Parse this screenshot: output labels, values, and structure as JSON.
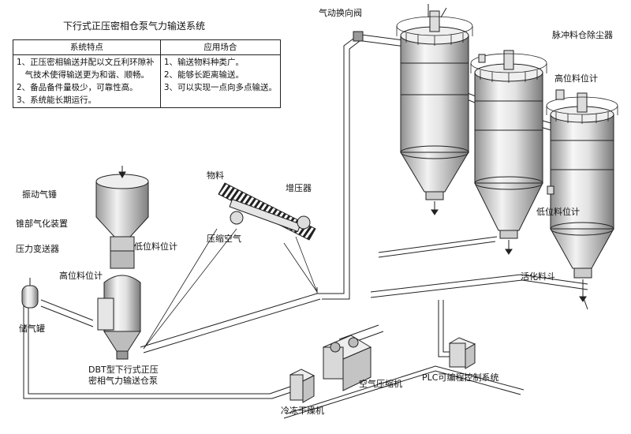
{
  "title": "下行式正压密相仓泵气力输送系统",
  "table": {
    "headers": [
      "系统特点",
      "应用场合"
    ],
    "features": [
      "1、正压密相输送并配以文丘利环隙补",
      "　气技术使得输送更为和谐、顺畅。",
      "2、备品备件量极少，可靠性高。",
      "3、系统能长期运行。"
    ],
    "applications": [
      "1、输送物料种类广。",
      "2、能够长距离输送。",
      "3、可以实现一点向多点输送。"
    ]
  },
  "labels": {
    "valve": "气动换向阀",
    "dust_collector": "脉冲料仓除尘器",
    "high_level_right": "高位料位计",
    "low_level_right": "低位料位计",
    "fluidizing_hopper": "活化料斗",
    "material": "物料",
    "booster": "增压器",
    "compressed_air": "压缩空气",
    "vibrating_hammer": "振动气锤",
    "cone_aeration": "锥部气化装置",
    "low_level_left": "低位料位计",
    "pressure_transmitter": "压力变送器",
    "high_level_left": "高位料位计",
    "air_tank": "储气罐",
    "pump_line1": "DBT型下行式正压",
    "pump_line2": "密相气力输送仓泵",
    "compressor": "空气压缩机",
    "dryer": "冷冻干燥机",
    "plc": "PLC可编程控制系统"
  },
  "colors": {
    "line": "#222222",
    "silo_light": "#f4f4f4",
    "silo_dark": "#8c8c8c",
    "pipe_shadow": "#cfcfcf"
  }
}
